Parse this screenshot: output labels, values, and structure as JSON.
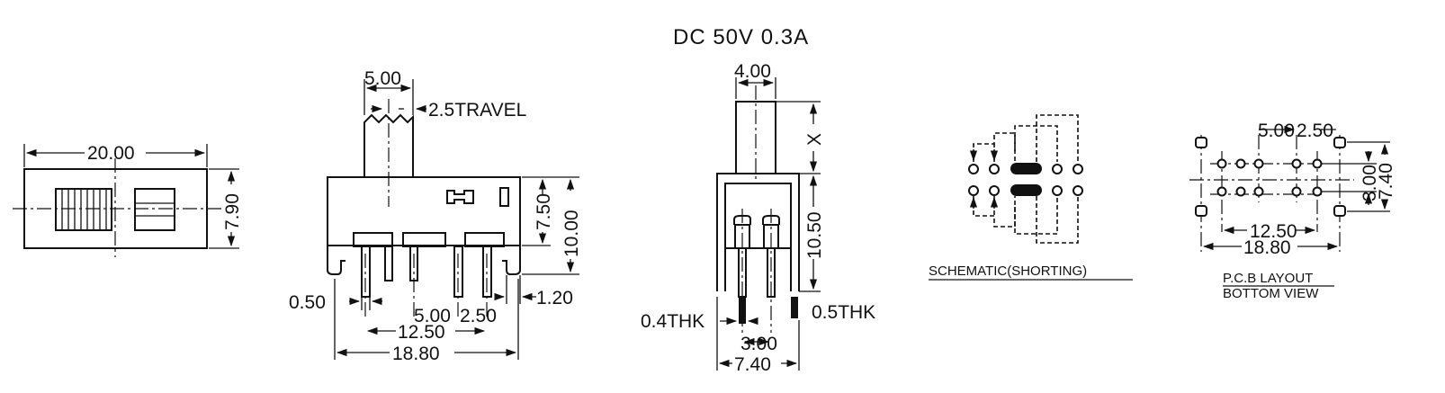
{
  "rating": "DC  50V  0.3A",
  "top_view": {
    "width": "20.00",
    "height": "7.90"
  },
  "side_view": {
    "knob_width": "5.00",
    "travel": "2.5TRAVEL",
    "body_height": "7.50",
    "total_height": "10.00",
    "pin_width": "0.50",
    "leg_width": "1.20",
    "pitch": "5.00",
    "pitch_small": "2.50",
    "pin_span": "12.50",
    "overall": "18.80"
  },
  "end_view": {
    "knob_width": "4.00",
    "knob_height": "X",
    "body_height": "10.50",
    "pin_thickness": "0.4THK",
    "leg_thickness": "0.5THK",
    "row_spacing": "3.00",
    "width": "7.40"
  },
  "schematic": {
    "caption": "SCHEMATIC(SHORTING)"
  },
  "pcb_layout": {
    "pitch": "5.00",
    "pitch_small": "2.50",
    "row_spacing": "3.00",
    "outer_spacing": "7.40",
    "pin_span": "12.50",
    "overall": "18.80",
    "caption_line1": "P.C.B LAYOUT",
    "caption_line2": "BOTTOM VIEW"
  }
}
